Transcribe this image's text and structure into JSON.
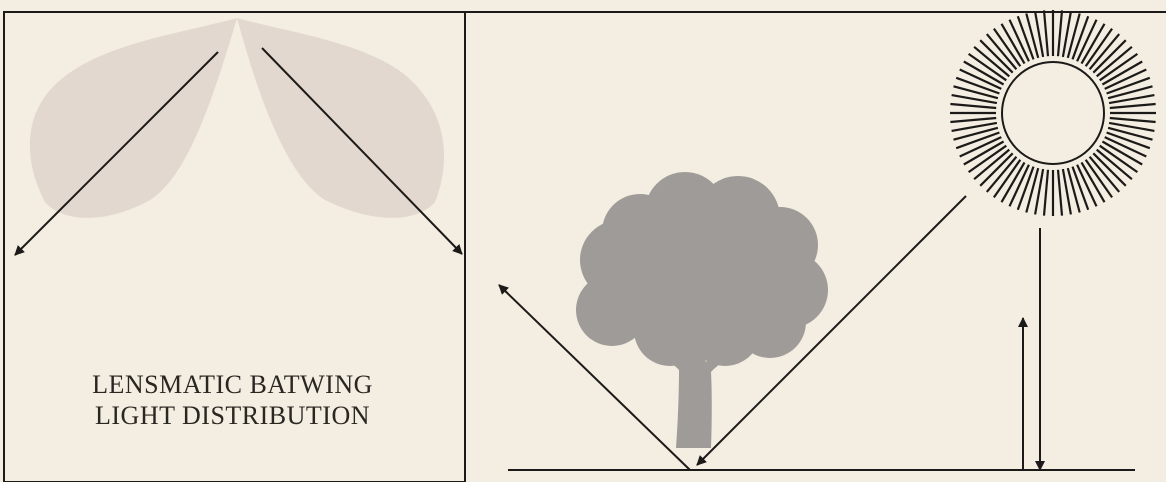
{
  "caption": {
    "line1": "LENSMATIC BATWING",
    "line2": "LIGHT DISTRIBUTION"
  },
  "colors": {
    "paper": "#f3eee1",
    "ink": "#1c1a18",
    "lobe_fill": "#e2d8cf",
    "tree_fill": "#9e9b98"
  },
  "icons": {
    "left_panel": [
      "batwing-lobe",
      "light-arrow"
    ],
    "right_panel": [
      "tree",
      "sun",
      "ray-arrow",
      "ground-line"
    ]
  }
}
